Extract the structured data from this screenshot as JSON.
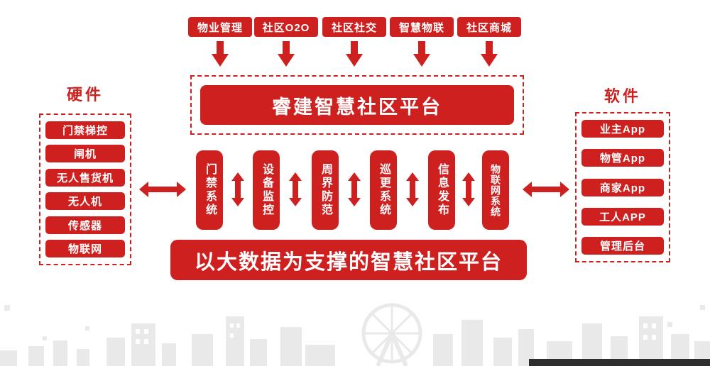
{
  "colors": {
    "primary_red": "#cf2020",
    "skyline_gray": "#e9e9e9",
    "watermark_dark": "#2e2e2e"
  },
  "top_modules": [
    "物业管理",
    "社区O2O",
    "社区社交",
    "智慧物联",
    "社区商城"
  ],
  "platform_title": "睿建智慧社区平台",
  "hardware_panel": {
    "title": "硬件",
    "items": [
      "门禁梯控",
      "闸机",
      "无人售货机",
      "无人机",
      "传感器",
      "物联网"
    ]
  },
  "software_panel": {
    "title": "软件",
    "items": [
      "业主App",
      "物管App",
      "商家App",
      "工人APP",
      "管理后台"
    ]
  },
  "core_systems": [
    "门禁系统",
    "设备监控",
    "周界防范",
    "巡更系统",
    "信息发布",
    "物联网系统"
  ],
  "bottom_banner": "以大数据为支撑的智慧社区平台"
}
